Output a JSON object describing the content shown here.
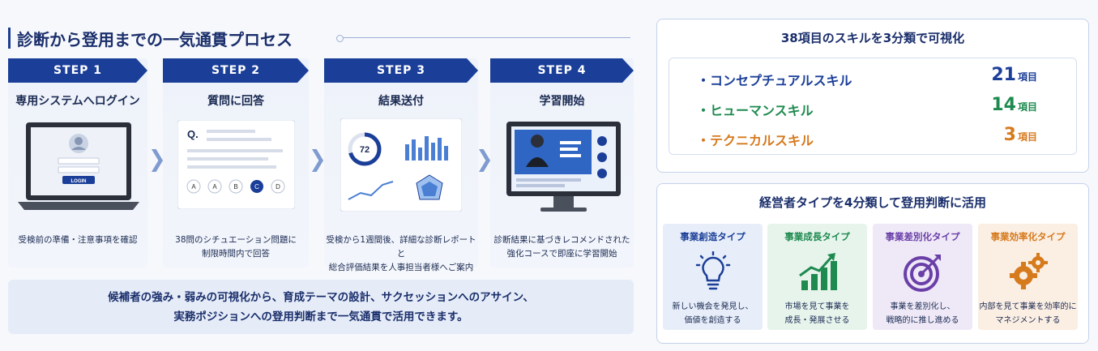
{
  "header": {
    "title": "診断から登用までの一気通貫プロセス"
  },
  "steps": [
    {
      "step": "STEP 1",
      "label": "専用システムへログイン",
      "desc1": "受検前の準備・注意事項を確認",
      "desc2": "",
      "login_button": "LOGIN"
    },
    {
      "step": "STEP 2",
      "label": "質問に回答",
      "desc1": "38問のシチュエーション問題に",
      "desc2": "制限時間内で回答",
      "question_mark": "Q.",
      "options": [
        "A",
        "A",
        "B",
        "C",
        "D"
      ]
    },
    {
      "step": "STEP 3",
      "label": "結果送付",
      "desc1": "受検から1週間後、詳細な診断レポートと",
      "desc2": "総合評価結果を人事担当者様へご案内",
      "score": "72"
    },
    {
      "step": "STEP 4",
      "label": "学習開始",
      "desc1": "診断結果に基づきレコメンドされた",
      "desc2": "強化コースで即座に学習開始"
    }
  ],
  "summary": {
    "line1": "候補者の強み・弱みの可視化から、育成テーマの設計、サクセッションへのアサイン、",
    "line2": "実務ポジションへの登用判断まで一気通貫で活用できます。"
  },
  "skills_panel": {
    "title": "38項目のスキルを3分類で可視化",
    "unit": "項目",
    "items": [
      {
        "name": "・コンセプチュアルスキル",
        "count": "21",
        "color": "#1b3f99"
      },
      {
        "name": "・ヒューマンスキル",
        "count": "14",
        "color": "#1e8a4f"
      },
      {
        "name": "・テクニカルスキル",
        "count": "3",
        "color": "#d67a1e"
      }
    ]
  },
  "types_panel": {
    "title": "経営者タイプを4分類して登用判断に活用",
    "types": [
      {
        "name": "事業創造タイプ",
        "desc1": "新しい機会を発見し、",
        "desc2": "価値を創造する",
        "color": "#1b3f99",
        "bg": "#e7eef9",
        "icon": "lightbulb-icon"
      },
      {
        "name": "事業成長タイプ",
        "desc1": "市場を見て事業を",
        "desc2": "成長・発展させる",
        "color": "#1e8a4f",
        "bg": "#e7f4ec",
        "icon": "growth-chart-icon"
      },
      {
        "name": "事業差別化タイプ",
        "desc1": "事業を差別化し、",
        "desc2": "戦略的に推し進める",
        "color": "#6a3fa8",
        "bg": "#efe9f7",
        "icon": "target-icon"
      },
      {
        "name": "事業効率化タイプ",
        "desc1": "内部を見て事業を効率的に",
        "desc2": "マネジメントする",
        "color": "#d67a1e",
        "bg": "#fbeee2",
        "icon": "gears-icon"
      }
    ]
  }
}
